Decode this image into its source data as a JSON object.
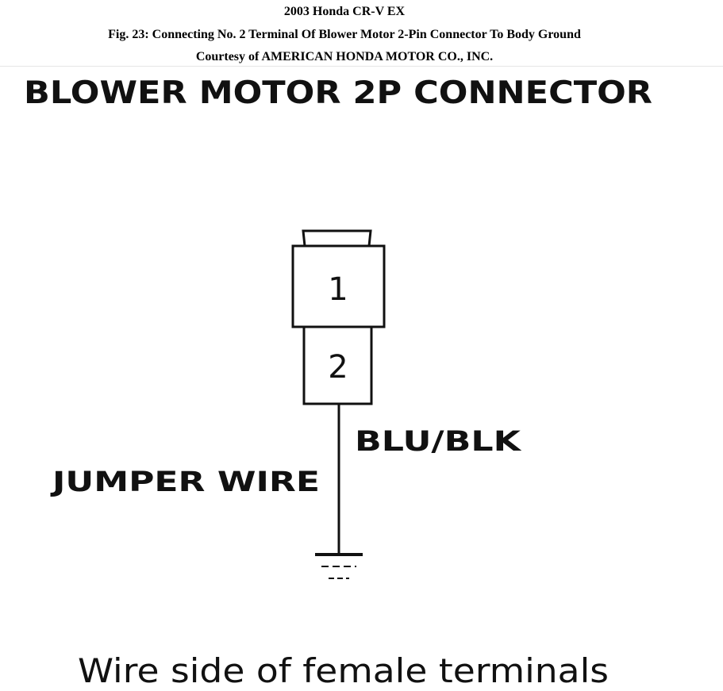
{
  "header": {
    "line1": "2003 Honda CR-V EX",
    "line2": "Fig. 23: Connecting No. 2 Terminal Of Blower Motor 2-Pin Connector To Body Ground",
    "line3": "Courtesy of AMERICAN HONDA MOTOR CO., INC."
  },
  "diagram": {
    "title": "BLOWER MOTOR 2P CONNECTOR",
    "terminal_1": "1",
    "terminal_2": "2",
    "wire_color_label": "BLU/BLK",
    "jumper_label": "JUMPER WIRE",
    "footer": "Wire side of female terminals"
  }
}
